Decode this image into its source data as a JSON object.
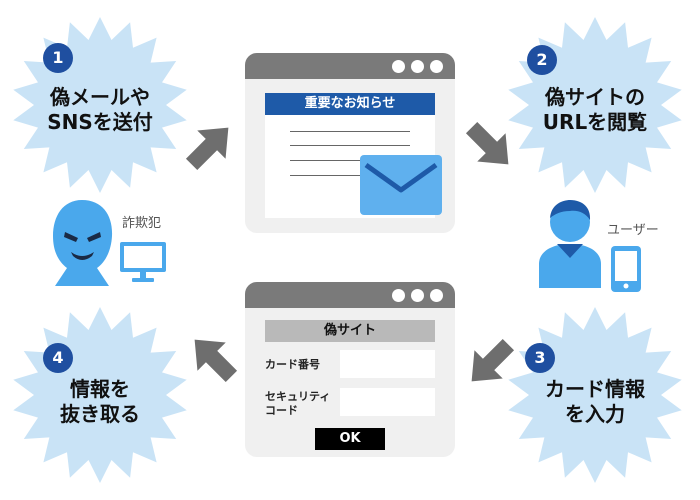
{
  "steps": [
    {
      "num": "1",
      "text_line1": "偽メールや",
      "text_line2": "SNSを送付"
    },
    {
      "num": "2",
      "text_line1": "偽サイトの",
      "text_line2": "URLを閲覧"
    },
    {
      "num": "3",
      "text_line1": "カード情報",
      "text_line2": "を入力"
    },
    {
      "num": "4",
      "text_line1": "情報を",
      "text_line2": "抜き取る"
    }
  ],
  "email_window": {
    "banner": "重要なお知らせ"
  },
  "fake_site": {
    "title": "偽サイト",
    "card_number_label": "カード番号",
    "security_code_label_line1": "セキュリティ",
    "security_code_label_line2": "コード",
    "ok_button": "OK"
  },
  "actors": {
    "criminal": "詐欺犯",
    "user": "ユーザー"
  },
  "colors": {
    "burst_fill": "#c9e3f6",
    "step_circle": "#1f4fa0",
    "accent_blue": "#4aa8ec",
    "banner_blue": "#1e5aa8",
    "window_bar": "#7a7a7a",
    "arrow_gray": "#6e6e6e"
  },
  "icons": [
    "spiky-burst",
    "envelope-icon",
    "criminal-icon",
    "monitor-icon",
    "user-icon",
    "smartphone-icon",
    "arrow-icon"
  ]
}
